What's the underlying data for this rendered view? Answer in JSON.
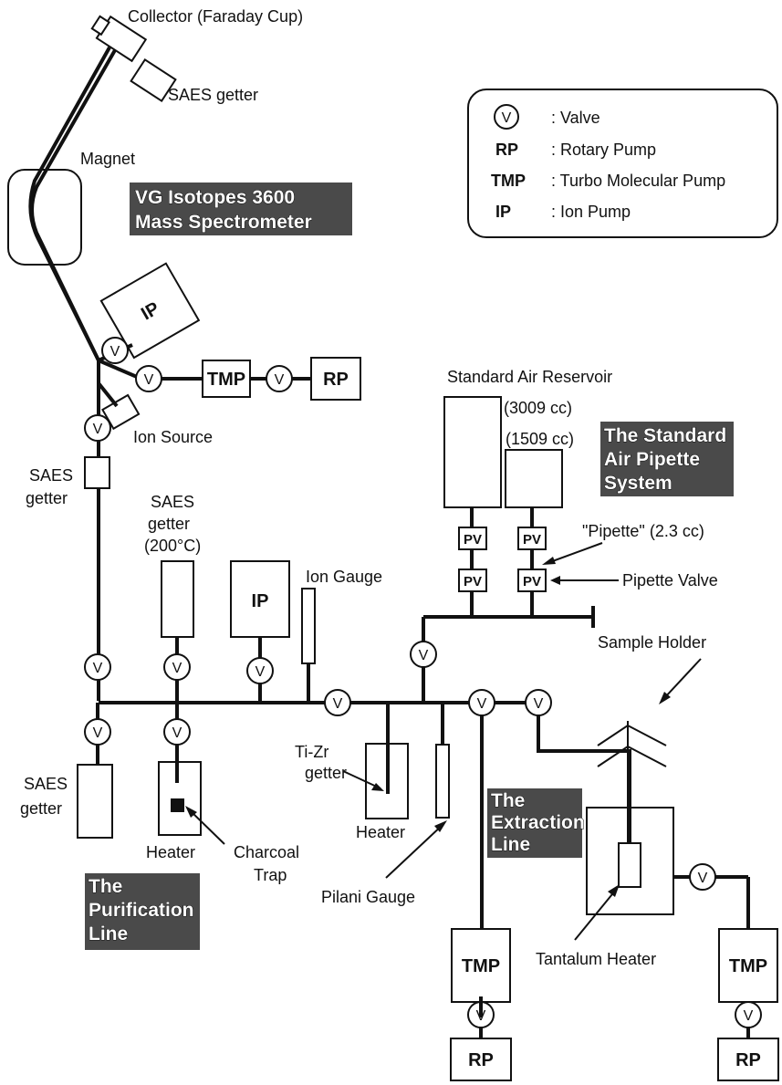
{
  "labels": {
    "collector": "Collector (Faraday Cup)",
    "saes_getter_top": "SAES getter",
    "magnet": "Magnet",
    "spectrometer_line1": "VG Isotopes 3600",
    "spectrometer_line2": "Mass Spectrometer",
    "ion_source": "Ion Source",
    "saes_getter_left_1": "SAES",
    "saes_getter_left_2": "getter",
    "saes_getter_200_1": "SAES",
    "saes_getter_200_2": "getter",
    "saes_getter_200_3": "(200°C)",
    "ion_gauge": "Ion Gauge",
    "standard_air_reservoir": "Standard Air Reservoir",
    "volume_3009": "(3009 cc)",
    "volume_1509": "(1509 cc)",
    "standard_air_line1": "The Standard",
    "standard_air_line2": "Air Pipette",
    "standard_air_line3": "System",
    "pipette": "\"Pipette\" (2.3 cc)",
    "pipette_valve": "Pipette Valve",
    "sample_holder": "Sample Holder",
    "tizr_1": "Ti-Zr",
    "tizr_2": "getter",
    "heater_mid": "Heater",
    "saes_getter_bottom_1": "SAES",
    "saes_getter_bottom_2": "getter",
    "heater_left": "Heater",
    "charcoal_1": "Charcoal",
    "charcoal_2": "Trap",
    "extraction_line1": "The",
    "extraction_line2": "Extraction",
    "extraction_line3": "Line",
    "pilani_gauge": "Pilani Gauge",
    "purification_line1": "The",
    "purification_line2": "Purification",
    "purification_line3": "Line",
    "tantalum_heater": "Tantalum Heater"
  },
  "equipment": {
    "ip": "IP",
    "tmp": "TMP",
    "rp": "RP",
    "valve": "V",
    "pv": "PV"
  },
  "legend": {
    "items": [
      {
        "symbol": "V",
        "desc": ": Valve"
      },
      {
        "symbol": "RP",
        "desc": ": Rotary Pump"
      },
      {
        "symbol": "TMP",
        "desc": ": Turbo Molecular Pump"
      },
      {
        "symbol": "IP",
        "desc": ": Ion Pump"
      }
    ]
  },
  "colors": {
    "ink": "#111111",
    "banner_bg": "#4a4a4a",
    "banner_text": "#ffffff"
  }
}
